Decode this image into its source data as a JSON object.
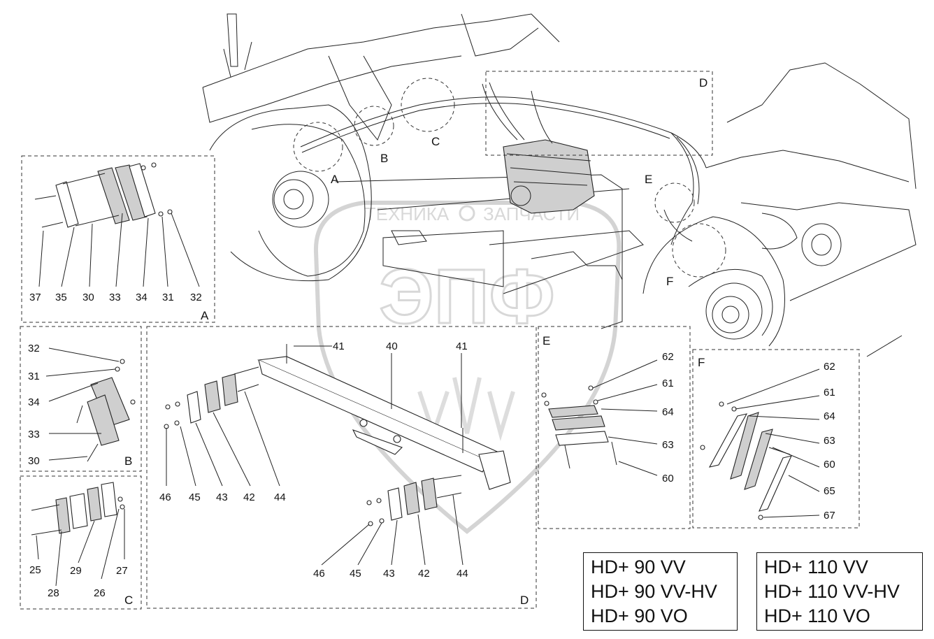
{
  "watermark": {
    "text_left": "ТЕХНИКА",
    "text_right": "ЗАПЧАСТИ",
    "logo": "ЭПФ"
  },
  "panels": {
    "A": {
      "letter": "A",
      "labels": [
        "37",
        "35",
        "30",
        "33",
        "34",
        "31",
        "32"
      ]
    },
    "B": {
      "letter": "B",
      "labels": [
        "32",
        "31",
        "34",
        "33",
        "30"
      ]
    },
    "C": {
      "letter": "C",
      "labels": [
        "25",
        "28",
        "29",
        "26",
        "27"
      ]
    },
    "D": {
      "letter": "D",
      "labels": [
        "41",
        "40",
        "41",
        "46",
        "45",
        "43",
        "42",
        "44",
        "46",
        "45",
        "43",
        "42",
        "44"
      ]
    },
    "E": {
      "letter": "E",
      "labels": [
        "62",
        "61",
        "64",
        "63",
        "60"
      ]
    },
    "F": {
      "letter": "F",
      "labels": [
        "62",
        "61",
        "64",
        "63",
        "60",
        "65",
        "67"
      ]
    }
  },
  "overview_markers": [
    "A",
    "B",
    "C",
    "D",
    "E",
    "F"
  ],
  "models_left": [
    "HD+ 90 VV",
    "HD+ 90 VV-HV",
    "HD+ 90 VO"
  ],
  "models_right": [
    "HD+ 110 VV",
    "HD+ 110 VV-HV",
    "HD+ 110 VO"
  ]
}
